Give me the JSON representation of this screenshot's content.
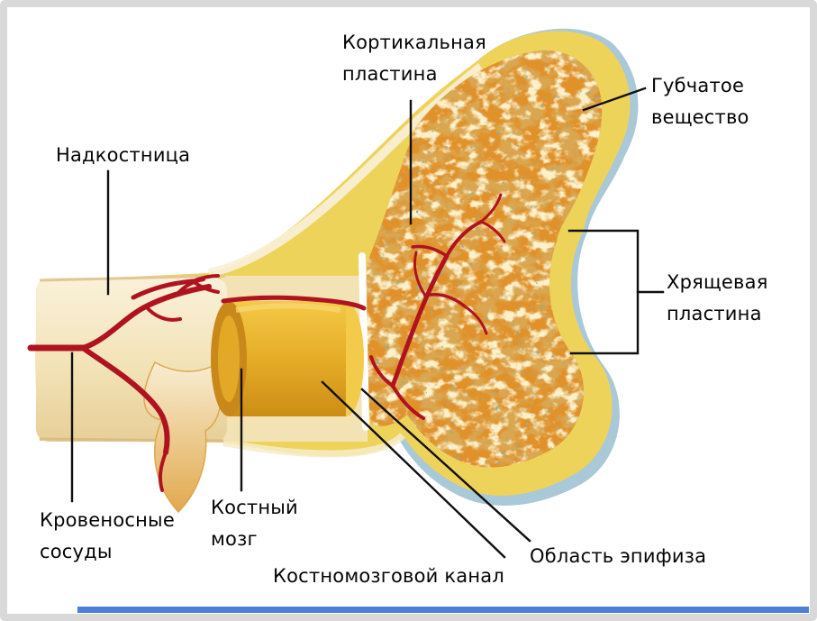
{
  "labels": {
    "cortical_plate": "Кортикальная\nпластина",
    "spongy_substance": "Губчатое\nвещество",
    "periosteum": "Надкостница",
    "cartilage_plate": "Хрящевая\nпластина",
    "blood_vessels": "Кровеносные\nсосуды",
    "bone_marrow": "Костный\nмозг",
    "medullary_canal": "Костномозговой канал",
    "epiphysis_region": "Область эпифиза"
  },
  "colors": {
    "cartilage_blue": "#a9c8d8",
    "cortical_yellow": "#eed35b",
    "spongy_orange": "#e0912a",
    "marrow_yellow": "#e8b52f",
    "shaft_cream": "#f4e6c0",
    "vessel_red": "#b01320",
    "pointer_black": "#111111",
    "frame_gray": "#d9d9d9",
    "bottom_bar_blue": "#4d7fd6"
  }
}
